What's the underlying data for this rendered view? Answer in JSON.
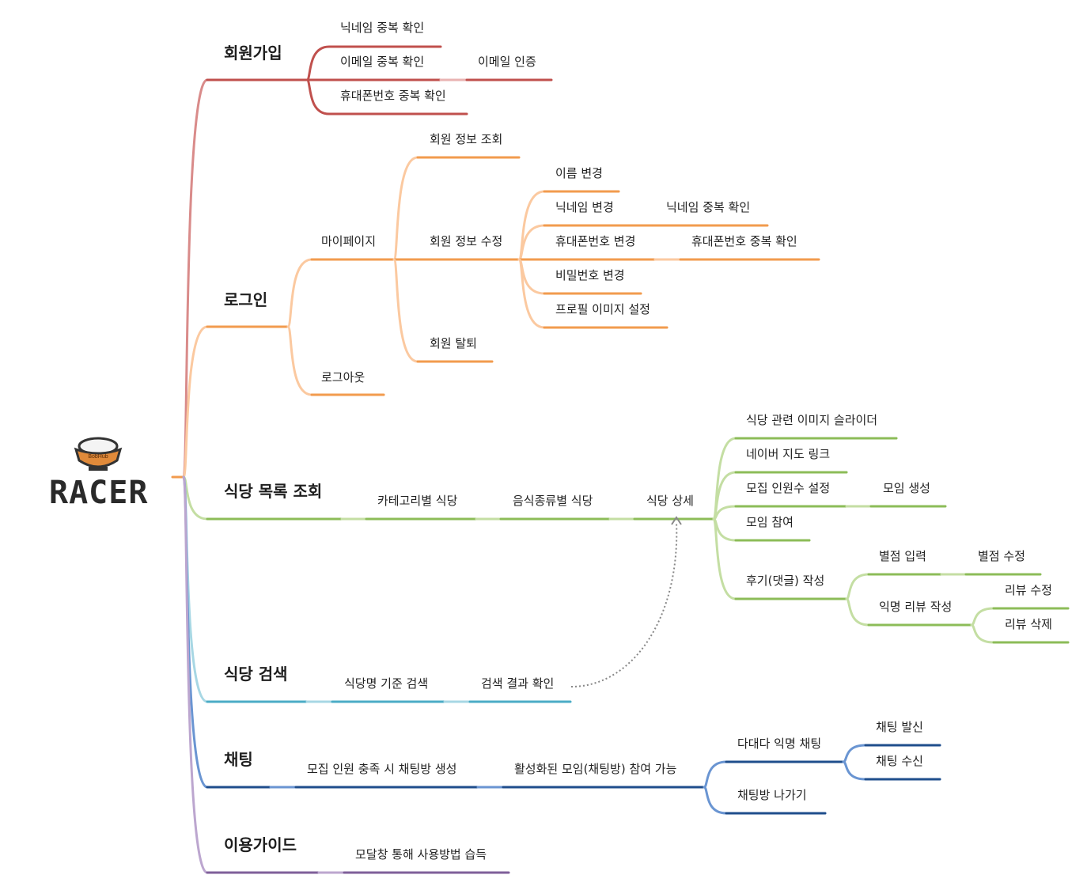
{
  "root": {
    "title": "RACER",
    "bowl_label": "BobHub"
  },
  "colors": {
    "signup": "#c0504d",
    "signup_trunk": "#d98b8a",
    "login": "#f29b4e",
    "login_trunk": "#fbc9a0",
    "list": "#8cbc58",
    "list_trunk": "#c4dea3",
    "search": "#4bacc6",
    "search_trunk": "#a7d7e4",
    "chat": "#1f4e8c",
    "chat_trunk": "#6a95d2",
    "guide": "#7f5f9a",
    "guide_trunk": "#bca6cf"
  },
  "branches": {
    "signup": {
      "label": "회원가입",
      "children": [
        "닉네임 중복 확인",
        "이메일 중복 확인",
        "휴대폰번호 중복 확인"
      ],
      "email_child": "이메일 인증"
    },
    "login": {
      "label": "로그인",
      "mypage": "마이페이지",
      "logout": "로그아웃",
      "member_view": "회원 정보 조회",
      "member_edit": "회원 정보 수정",
      "member_leave": "회원 탈퇴",
      "edit_children": [
        "이름 변경",
        "닉네임 변경",
        "휴대폰번호 변경",
        "비밀번호 변경",
        "프로필 이미지 설정"
      ],
      "nick_check": "닉네임 중복 확인",
      "phone_check": "휴대폰번호 중복 확인"
    },
    "list": {
      "label": "식당 목록 조회",
      "chain": [
        "카테고리별 식당",
        "음식종류별 식당",
        "식당 상세"
      ],
      "detail_children": [
        "식당 관련 이미지 슬라이더",
        "네이버 지도 링크",
        "모집 인원수 설정",
        "모임 참여",
        "후기(댓글) 작성"
      ],
      "meet_create": "모임 생성",
      "review_children": [
        "별점 입력",
        "익명 리뷰 작성"
      ],
      "rating_edit": "별점 수정",
      "anon_children": [
        "리뷰 수정",
        "리뷰 삭제"
      ]
    },
    "search": {
      "label": "식당 검색",
      "chain": [
        "식당명 기준 검색",
        "검색 결과 확인"
      ]
    },
    "chat": {
      "label": "채팅",
      "chain": [
        "모집 인원 충족 시 채팅방 생성",
        "활성화된 모임(채팅방) 참여 가능"
      ],
      "children": [
        "다대다 익명 채팅",
        "채팅방 나가기"
      ],
      "chat_children": [
        "채팅 발신",
        "채팅 수신"
      ]
    },
    "guide": {
      "label": "이용가이드",
      "chain": [
        "모달창 통해 사용방법 습득"
      ]
    }
  }
}
